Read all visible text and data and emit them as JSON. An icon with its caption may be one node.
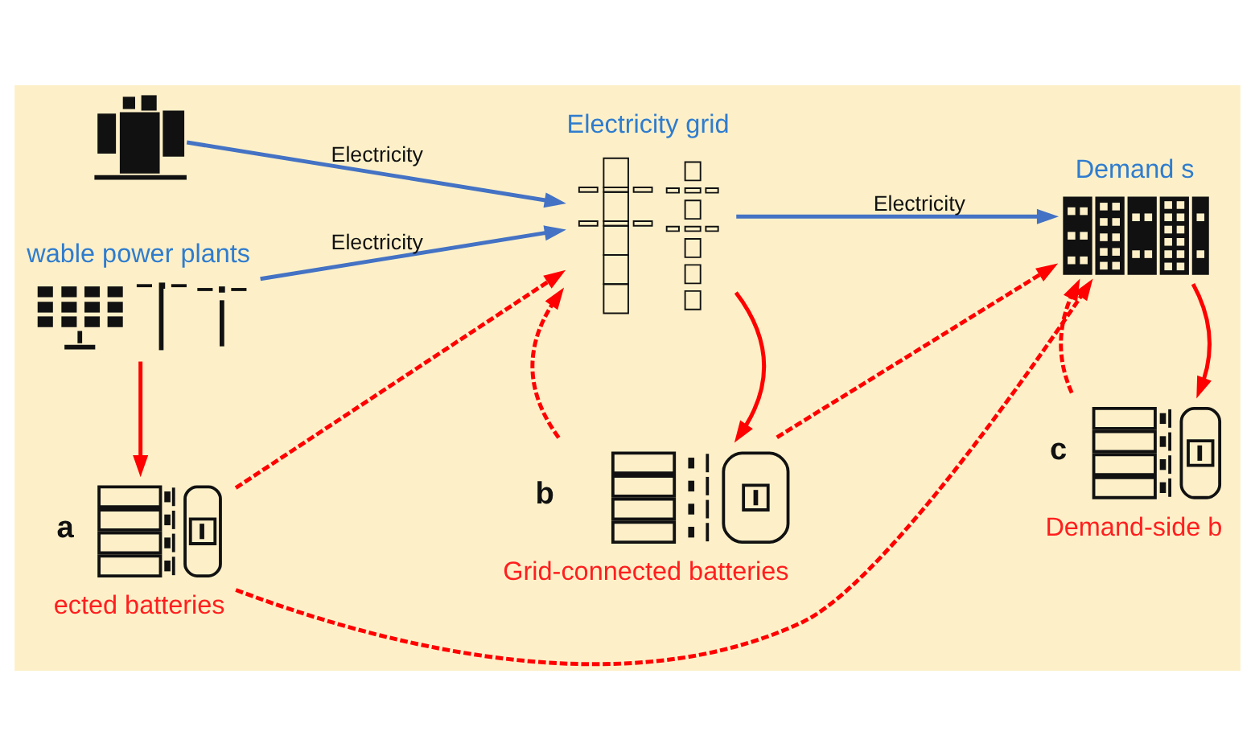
{
  "diagram": {
    "nodes": [
      {
        "text": [],
        "shape": "picture"
      },
      {
        "text": [
          "wable power plants"
        ]
      },
      {
        "text": [
          "Electricity grid"
        ]
      },
      {
        "text": [
          "Demand s"
        ]
      },
      {
        "text": [
          "a",
          "ected batteries"
        ]
      },
      {
        "text": [
          "b",
          "Grid-connected batteries"
        ]
      },
      {
        "text": [
          "c",
          "Demand-side b"
        ]
      }
    ],
    "edges": [
      {
        "from": 0,
        "to": 2,
        "arrow": "to",
        "label": "Electricity",
        "color": "#4472c4"
      },
      {
        "from": 1,
        "to": 2,
        "arrow": "to",
        "label": "Electricity",
        "color": "#4472c4"
      },
      {
        "from": 2,
        "to": 3,
        "arrow": "to",
        "label": "Electricity",
        "color": "#4472c4"
      },
      {
        "from": 1,
        "to": 4,
        "arrow": "to"
      },
      {
        "from": 4,
        "to": 2,
        "arrow": "to",
        "style": "dashed"
      },
      {
        "from": 4,
        "to": 3,
        "arrow": "to",
        "style": "dashed"
      },
      {
        "from": 2,
        "to": 5,
        "arrow": "to"
      },
      {
        "from": 5,
        "to": 2,
        "arrow": "to",
        "style": "dashed"
      },
      {
        "from": 5,
        "to": 3,
        "arrow": "to",
        "style": "dashed"
      },
      {
        "from": 3,
        "to": 6,
        "arrow": "to"
      },
      {
        "from": 6,
        "to": 3,
        "arrow": "to",
        "style": "dashed"
      }
    ]
  }
}
